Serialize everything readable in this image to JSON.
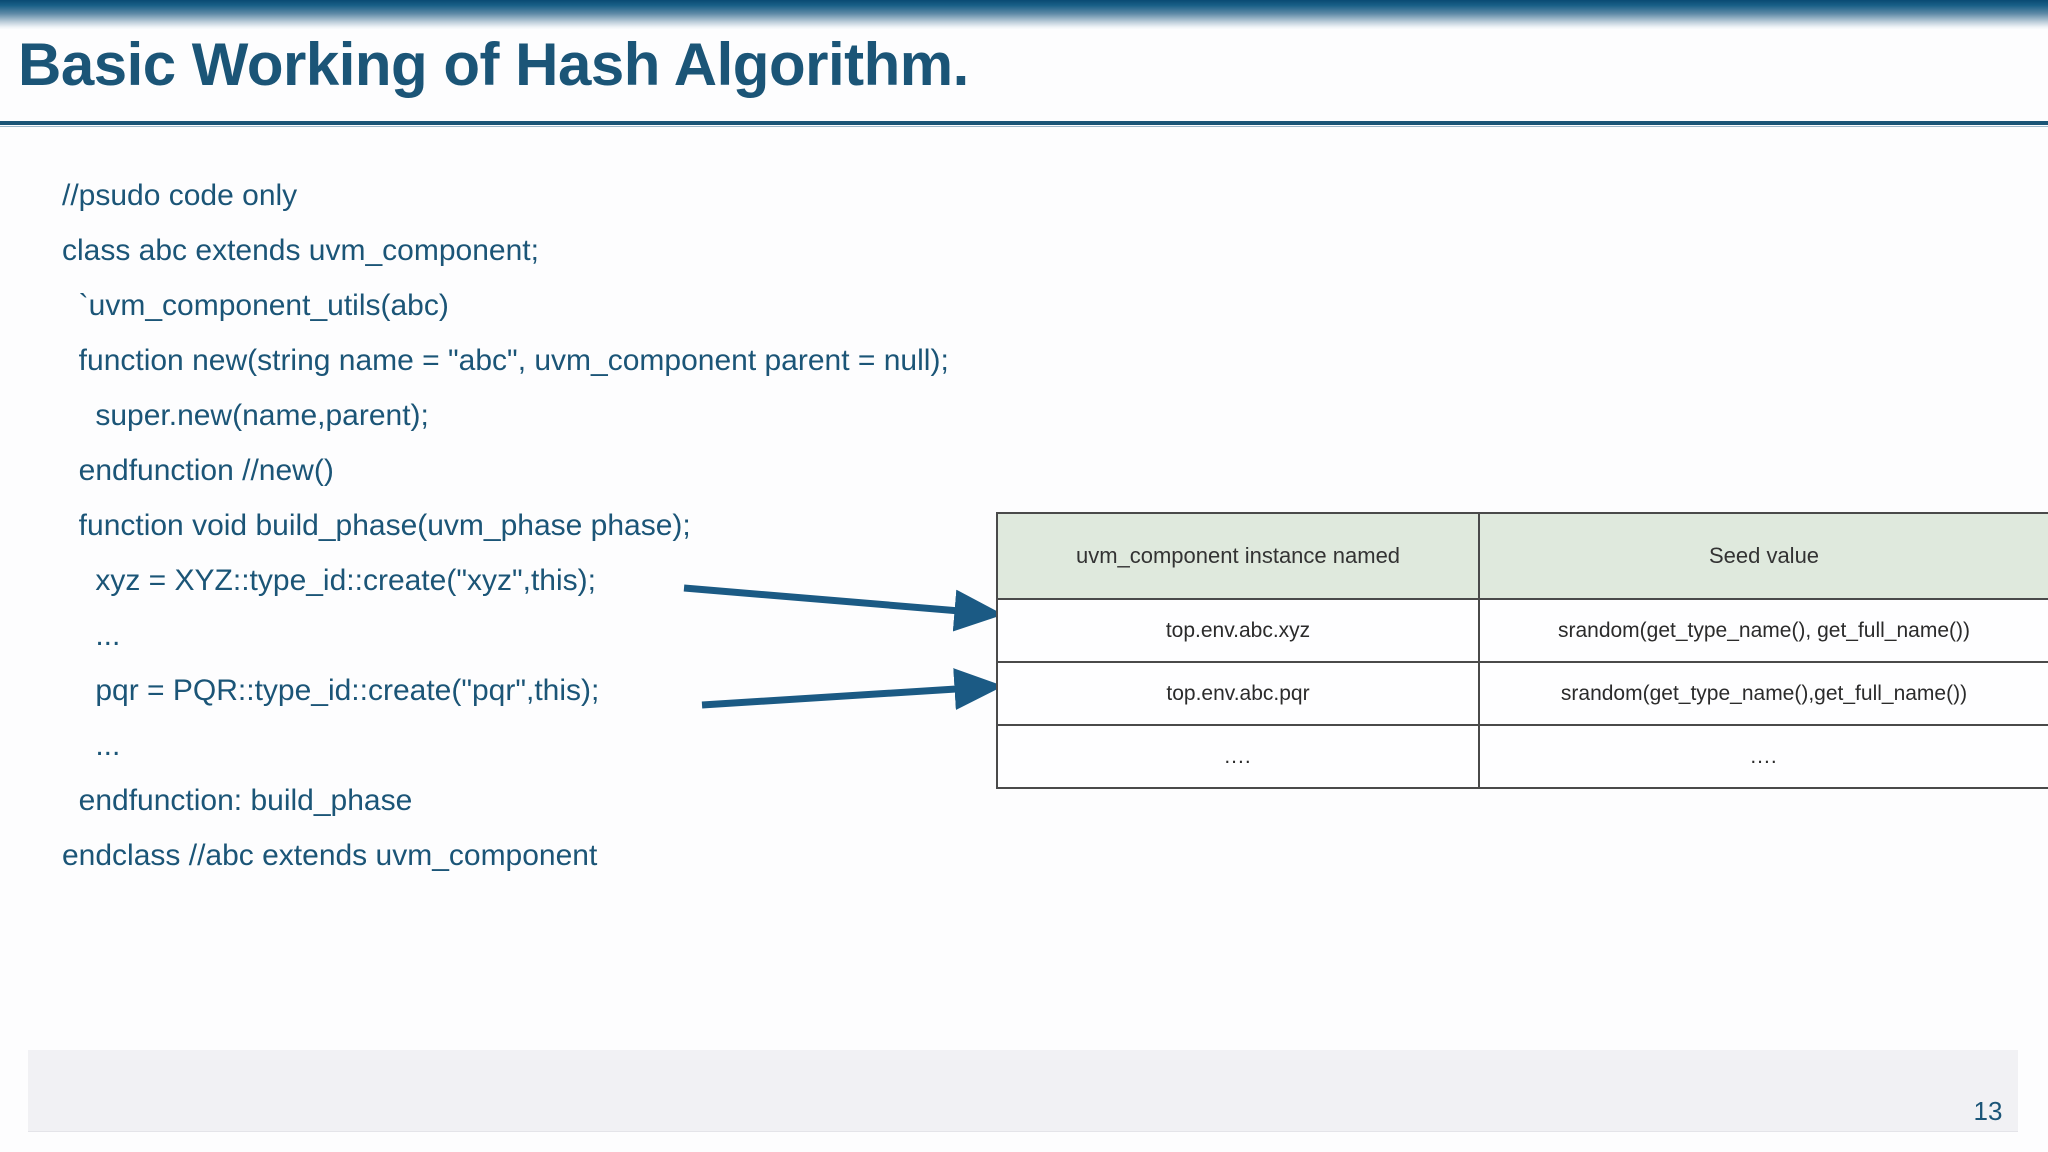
{
  "slide": {
    "title": "Basic Working of Hash Algorithm.",
    "page_number": "13",
    "accent_color": "#1b5577",
    "header_band_color": "#0a4a73",
    "table_header_fill": "#dfe9dd",
    "arrow_color": "#1b5a84"
  },
  "code": {
    "lines": [
      "//psudo code only",
      "class abc extends uvm_component;",
      "  `uvm_component_utils(abc)",
      "  function new(string name = \"abc\", uvm_component parent = null);",
      "    super.new(name,parent);",
      "  endfunction //new()",
      "  function void build_phase(uvm_phase phase);",
      "    xyz = XYZ::type_id::create(\"xyz\",this);",
      "    ...",
      "    pqr = PQR::type_id::create(\"pqr\",this);",
      "    ...",
      "  endfunction: build_phase",
      "endclass //abc extends uvm_component"
    ]
  },
  "table": {
    "headers": [
      "uvm_component instance named",
      "Seed value"
    ],
    "rows": [
      [
        "top.env.abc.xyz",
        "srandom(get_type_name(), get_full_name())"
      ],
      [
        "top.env.abc.pqr",
        "srandom(get_type_name(),get_full_name())"
      ],
      [
        "....",
        "...."
      ]
    ]
  },
  "arrows": [
    {
      "name": "arrow-xyz-to-row1"
    },
    {
      "name": "arrow-pqr-to-row2"
    }
  ]
}
